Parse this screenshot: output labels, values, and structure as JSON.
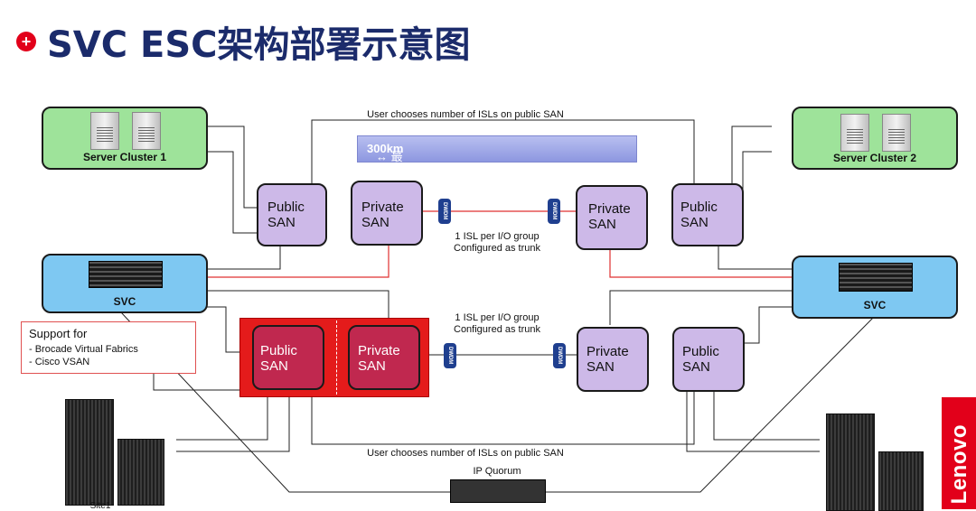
{
  "title": "SVC ESC架构部署示意图",
  "labels": {
    "server_cluster_1": "Server Cluster 1",
    "server_cluster_2": "Server Cluster 2",
    "svc_left": "SVC",
    "svc_right": "SVC",
    "public_san": "Public\nSAN",
    "private_san": "Private\nSAN",
    "dwdm": "DWDM",
    "isl_top": "User chooses number of ISLs on public SAN",
    "isl_bottom": "User chooses number of ISLs on public SAN",
    "trunk_top": "1 ISL per I/O group\nConfigured as trunk",
    "trunk_bottom": "1 ISL per I/O group\nConfigured as trunk",
    "ip_quorum": "IP Quorum",
    "site1": "Site1",
    "support_title": "Support for",
    "support_line1": "- Brocade Virtual Fabrics",
    "support_line2": "- Cisco VSAN"
  },
  "banner": {
    "prefix": "↔ 最远支持",
    "distance": "300km"
  },
  "logo": "Lenovo",
  "colors": {
    "title": "#1b2b6b",
    "accent": "#e2001a",
    "server_cluster": "#9ee39a",
    "svc": "#7ec8f2",
    "san": "#cdb9e8",
    "highlight_san": "#c0284f",
    "dwdm": "#1f3f8f"
  }
}
